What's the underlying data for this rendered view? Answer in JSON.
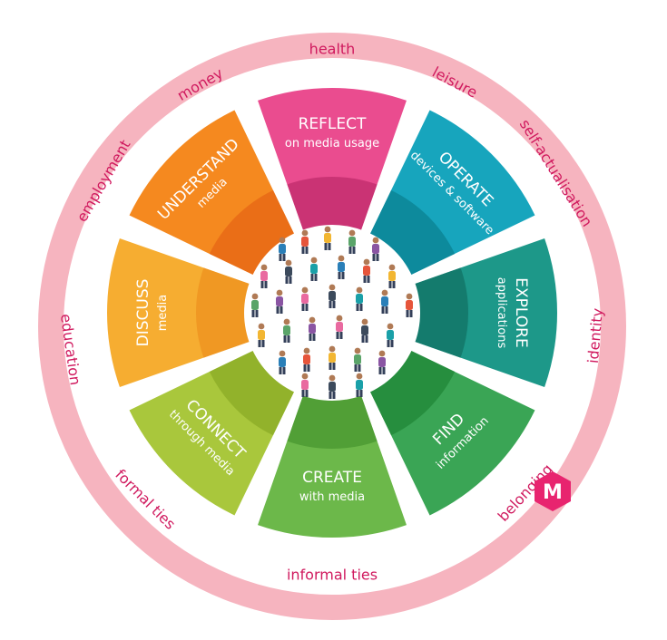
{
  "model_title": "Media Literacy Competency Model",
  "logo_letter": "M",
  "colors": {
    "ring": "#f6b4bf",
    "label": "#d0195e",
    "logo": "#e8246f",
    "ring_title": "#ffffff",
    "hub": "#ffffff"
  },
  "segments": [
    {
      "title": "REFLECT",
      "subtitle": "on media usage",
      "color": "#ea4c8f",
      "inner": "#c42f70"
    },
    {
      "title": "OPERATE",
      "subtitle": "devices & software",
      "color": "#17a5bd",
      "inner": "#0c8597"
    },
    {
      "title": "EXPLORE",
      "subtitle": "applications",
      "color": "#1d9889",
      "inner": "#137569"
    },
    {
      "title": "FIND",
      "subtitle": "information",
      "color": "#3aa555",
      "inner": "#238a3b"
    },
    {
      "title": "CREATE",
      "subtitle": "with media",
      "color": "#6cb84a",
      "inner": "#4c9a32"
    },
    {
      "title": "CONNECT",
      "subtitle": "through media",
      "color": "#a9c73c",
      "inner": "#8eae28"
    },
    {
      "title": "DISCUSS",
      "subtitle": "media",
      "color": "#f6ad31",
      "inner": "#ef9421"
    },
    {
      "title": "UNDERSTAND",
      "subtitle": "media",
      "color": "#f5891f",
      "inner": "#e86a16"
    }
  ],
  "outer_labels": [
    "health",
    "leisure",
    "self-actualisation",
    "identity",
    "belonging",
    "informal ties",
    "formal ties",
    "education",
    "employment",
    "money"
  ]
}
